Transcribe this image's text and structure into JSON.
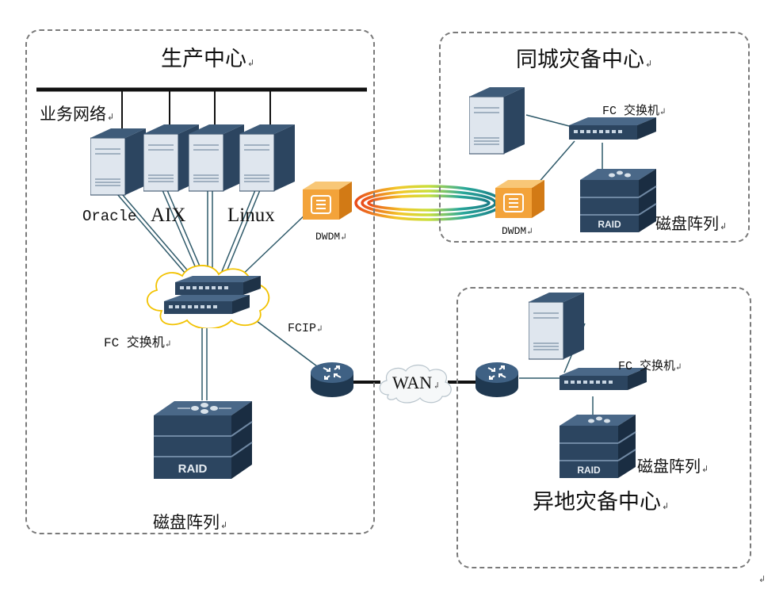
{
  "zones": {
    "production": {
      "title": "生产中心"
    },
    "same_city": {
      "title": "同城灾备中心"
    },
    "remote": {
      "title": "异地灾备中心"
    }
  },
  "labels": {
    "business_network": "业务网络",
    "oracle": "Oracle",
    "aix": "AIX",
    "linux": "Linux",
    "dwdm_left": "DWDM",
    "dwdm_right": "DWDM",
    "fc_switch_main": "FC 交换机",
    "fcip": "FCIP",
    "wan": "WAN",
    "fc_switch_same_city": "FC 交换机",
    "fc_switch_remote": "FC 交换机",
    "disk_array_main": "磁盘阵列",
    "disk_array_same_city": "磁盘阵列",
    "disk_array_remote": "磁盘阵列",
    "raid": "RAID",
    "paragraph_mark": "↲"
  },
  "icons": [
    "server-icon",
    "fc-switch-icon",
    "raid-disk-array-icon",
    "dwdm-icon",
    "router-icon",
    "cloud-icon"
  ],
  "colors": {
    "server_dark": "#2c4560",
    "server_light": "#dfe6ee",
    "dwdm_orange": "#f3a33a",
    "cloud_outline": "#f2c200",
    "link": "#2f5a6a",
    "zone_border": "#7a7a7a"
  }
}
